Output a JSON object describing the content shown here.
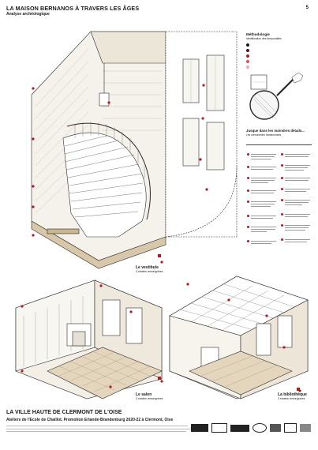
{
  "header": {
    "title": "LA MAISON BERNANOS À TRAVERS LES ÂGES",
    "subtitle": "Analyse archéologique",
    "page_number": "5"
  },
  "methodology": {
    "title": "Méthodologie",
    "subtitle": "Identification des temporalités"
  },
  "details": {
    "title": "Jusque dans les moindres détails...",
    "subtitle": "Les menuiseries transformées"
  },
  "captions": [
    {
      "label": "Le vestibule",
      "sub": "3 strates renseignées"
    },
    {
      "label": "Le salon",
      "sub": "3 strates renseignées"
    },
    {
      "label": "La bibliothèque",
      "sub": "3 strates renseignées"
    }
  ],
  "footer": {
    "title": "LA VILLE HAUTE DE CLERMONT DE L'OISE",
    "subtitle": "Ateliers de l'Ecole de Chaillot, Promotion Erlande-Brandenburg 2020-22 à Clermont, Oise"
  },
  "colors": {
    "accent_red": "#b5181f",
    "line": "#2a2a2a",
    "hatch": "#9a9a9a",
    "wood": "#d8c7a8"
  },
  "icons": [
    "magnifier-icon",
    "hand-icon",
    "marker-dot-icon"
  ]
}
